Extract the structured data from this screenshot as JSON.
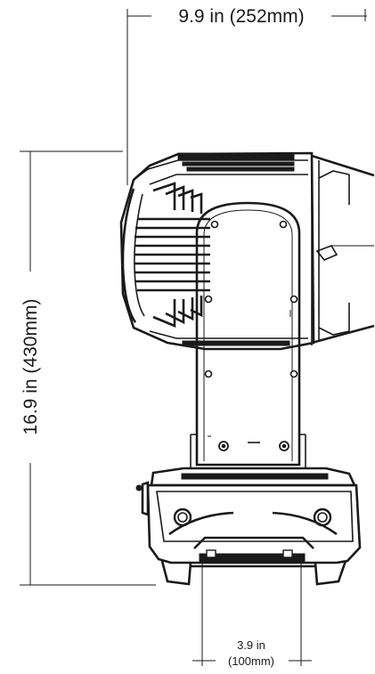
{
  "dimensions": {
    "width_label": "9.9 in (252mm)",
    "height_label": "16.9 in (430mm)",
    "base_width_label_line1": "3.9 in",
    "base_width_label_line2": "(100mm)"
  }
}
